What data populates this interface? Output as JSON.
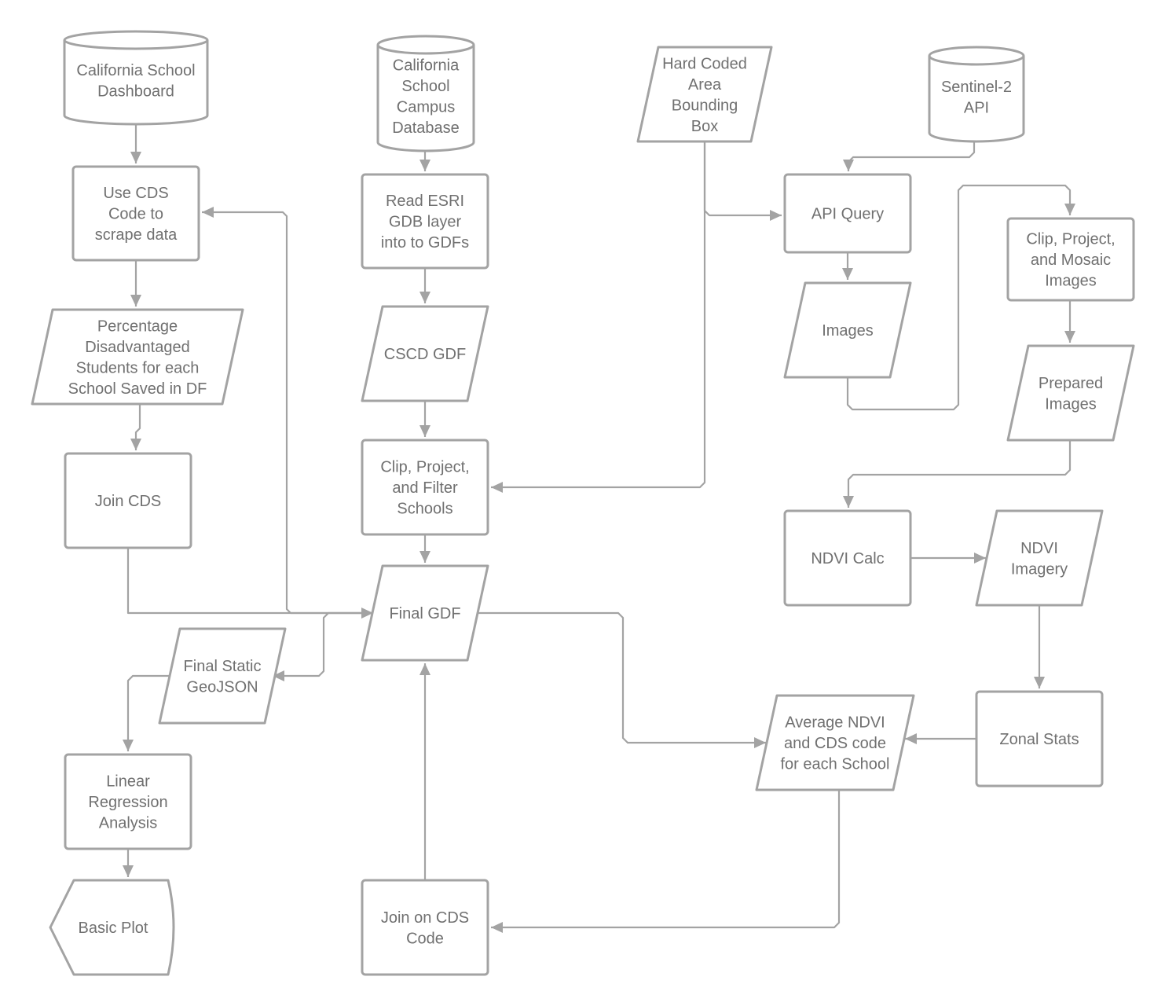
{
  "diagram": {
    "nodes": [
      {
        "id": "cds_dashboard",
        "shape": "cylinder",
        "lines": [
          "California School",
          "Dashboard"
        ]
      },
      {
        "id": "cscd_database",
        "shape": "cylinder",
        "lines": [
          "California",
          "School",
          "Campus",
          "Database"
        ]
      },
      {
        "id": "bounding_box",
        "shape": "parallelogram",
        "lines": [
          "Hard Coded",
          "Area",
          "Bounding",
          "Box"
        ]
      },
      {
        "id": "sentinel_api",
        "shape": "cylinder",
        "lines": [
          "Sentinel-2",
          "API"
        ]
      },
      {
        "id": "use_cds_code",
        "shape": "rect",
        "lines": [
          "Use CDS",
          "Code to",
          "scrape data"
        ]
      },
      {
        "id": "read_esri",
        "shape": "rect",
        "lines": [
          "Read ESRI",
          "GDB layer",
          "into to GDFs"
        ]
      },
      {
        "id": "api_query",
        "shape": "rect",
        "lines": [
          "API Query"
        ]
      },
      {
        "id": "clip_mosaic",
        "shape": "rect",
        "lines": [
          "Clip, Project,",
          "and Mosaic",
          "Images"
        ]
      },
      {
        "id": "pct_disadvantaged",
        "shape": "parallelogram",
        "lines": [
          "Percentage",
          "Disadvantaged",
          "Students for each",
          "School Saved in DF"
        ]
      },
      {
        "id": "cscd_gdf",
        "shape": "parallelogram",
        "lines": [
          "CSCD GDF"
        ]
      },
      {
        "id": "images",
        "shape": "parallelogram",
        "lines": [
          "Images"
        ]
      },
      {
        "id": "prepared_images",
        "shape": "parallelogram",
        "lines": [
          "Prepared",
          "Images"
        ]
      },
      {
        "id": "join_cds",
        "shape": "rect",
        "lines": [
          "Join CDS"
        ]
      },
      {
        "id": "clip_filter",
        "shape": "rect",
        "lines": [
          "Clip, Project,",
          "and Filter",
          "Schools"
        ]
      },
      {
        "id": "ndvi_calc",
        "shape": "rect",
        "lines": [
          "NDVI Calc"
        ]
      },
      {
        "id": "ndvi_imagery",
        "shape": "parallelogram",
        "lines": [
          "NDVI",
          "Imagery"
        ]
      },
      {
        "id": "final_gdf",
        "shape": "parallelogram",
        "lines": [
          "Final GDF"
        ]
      },
      {
        "id": "final_geojson",
        "shape": "parallelogram",
        "lines": [
          "Final Static",
          "GeoJSON"
        ]
      },
      {
        "id": "average_ndvi",
        "shape": "parallelogram",
        "lines": [
          "Average NDVI",
          "and CDS code",
          "for each School"
        ]
      },
      {
        "id": "zonal_stats",
        "shape": "rect",
        "lines": [
          "Zonal Stats"
        ]
      },
      {
        "id": "linear_regression",
        "shape": "rect",
        "lines": [
          "Linear",
          "Regression",
          "Analysis"
        ]
      },
      {
        "id": "join_on_cds",
        "shape": "rect",
        "lines": [
          "Join on CDS",
          "Code"
        ]
      },
      {
        "id": "basic_plot",
        "shape": "display",
        "lines": [
          "Basic Plot"
        ]
      }
    ],
    "edges": [
      {
        "from": "cds_dashboard",
        "to": "use_cds_code"
      },
      {
        "from": "use_cds_code",
        "to": "pct_disadvantaged"
      },
      {
        "from": "pct_disadvantaged",
        "to": "join_cds"
      },
      {
        "from": "join_cds",
        "to": "final_gdf"
      },
      {
        "from": "final_gdf",
        "to": "use_cds_code"
      },
      {
        "from": "final_gdf",
        "to": "final_geojson"
      },
      {
        "from": "final_geojson",
        "to": "linear_regression"
      },
      {
        "from": "linear_regression",
        "to": "basic_plot"
      },
      {
        "from": "cscd_database",
        "to": "read_esri"
      },
      {
        "from": "read_esri",
        "to": "cscd_gdf"
      },
      {
        "from": "cscd_gdf",
        "to": "clip_filter"
      },
      {
        "from": "clip_filter",
        "to": "final_gdf"
      },
      {
        "from": "bounding_box",
        "to": "clip_filter"
      },
      {
        "from": "bounding_box",
        "to": "api_query"
      },
      {
        "from": "sentinel_api",
        "to": "api_query"
      },
      {
        "from": "api_query",
        "to": "images"
      },
      {
        "from": "images",
        "to": "clip_mosaic"
      },
      {
        "from": "clip_mosaic",
        "to": "prepared_images"
      },
      {
        "from": "prepared_images",
        "to": "ndvi_calc"
      },
      {
        "from": "ndvi_calc",
        "to": "ndvi_imagery"
      },
      {
        "from": "ndvi_imagery",
        "to": "zonal_stats"
      },
      {
        "from": "zonal_stats",
        "to": "average_ndvi"
      },
      {
        "from": "final_gdf",
        "to": "average_ndvi"
      },
      {
        "from": "average_ndvi",
        "to": "join_on_cds"
      },
      {
        "from": "join_on_cds",
        "to": "final_gdf"
      }
    ]
  }
}
